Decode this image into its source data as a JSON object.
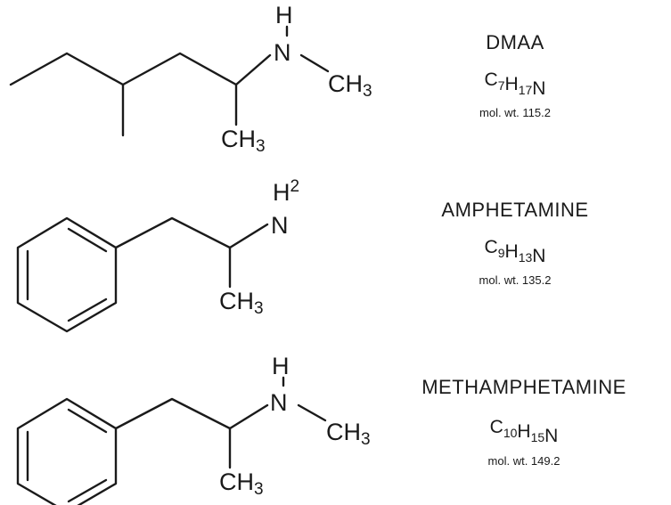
{
  "compounds": [
    {
      "name": "DMAA",
      "formula": {
        "parts": [
          [
            "C",
            "7"
          ],
          [
            "H",
            "17"
          ],
          [
            "N",
            ""
          ]
        ]
      },
      "mol_wt": "mol. wt. 115.2",
      "atoms": {
        "h_top": "H",
        "n": "N",
        "ch3_right": "CH",
        "ch3_right_sub": "3",
        "ch3_bottom": "CH",
        "ch3_bottom_sub": "3"
      }
    },
    {
      "name": "AMPHETAMINE",
      "formula": {
        "parts": [
          [
            "C",
            "9"
          ],
          [
            "H",
            "13"
          ],
          [
            "N",
            ""
          ]
        ]
      },
      "mol_wt": "mol. wt. 135.2",
      "atoms": {
        "h_top": "H",
        "h_top_sub": "2",
        "n": "N",
        "ch3_bottom": "CH",
        "ch3_bottom_sub": "3"
      }
    },
    {
      "name": "METHAMPHETAMINE",
      "formula": {
        "parts": [
          [
            "C",
            "10"
          ],
          [
            "H",
            "15"
          ],
          [
            "N",
            ""
          ]
        ]
      },
      "mol_wt": "mol. wt. 149.2",
      "atoms": {
        "h_top": "H",
        "n": "N",
        "ch3_right": "CH",
        "ch3_right_sub": "3",
        "ch3_bottom": "CH",
        "ch3_bottom_sub": "3"
      }
    }
  ]
}
